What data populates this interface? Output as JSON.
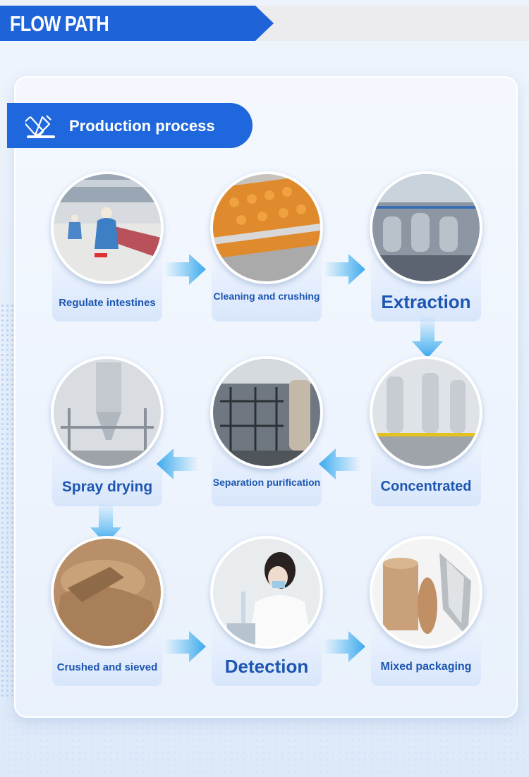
{
  "header": {
    "title": "FLOW PATH"
  },
  "section": {
    "title": "Production process",
    "icon": "pencil-ruler-icon"
  },
  "steps": [
    {
      "label": "Regulate intestines",
      "icon": "factory-workers-photo"
    },
    {
      "label": "Cleaning and crushing",
      "icon": "washing-conveyor-photo"
    },
    {
      "label": "Extraction",
      "icon": "extraction-tanks-photo"
    },
    {
      "label": "Concentrated",
      "icon": "concentrator-photo"
    },
    {
      "label": "Separation purification",
      "icon": "separation-plant-photo"
    },
    {
      "label": "Spray drying",
      "icon": "spray-dryer-photo"
    },
    {
      "label": "Crushed and sieved",
      "icon": "powder-photo"
    },
    {
      "label": "Detection",
      "icon": "lab-technician-photo"
    },
    {
      "label": "Mixed packaging",
      "icon": "fiber-drum-photo"
    }
  ],
  "colors": {
    "brand": "#1f63d8",
    "label": "#1c56b0",
    "arrow": "#4cb6ef"
  }
}
